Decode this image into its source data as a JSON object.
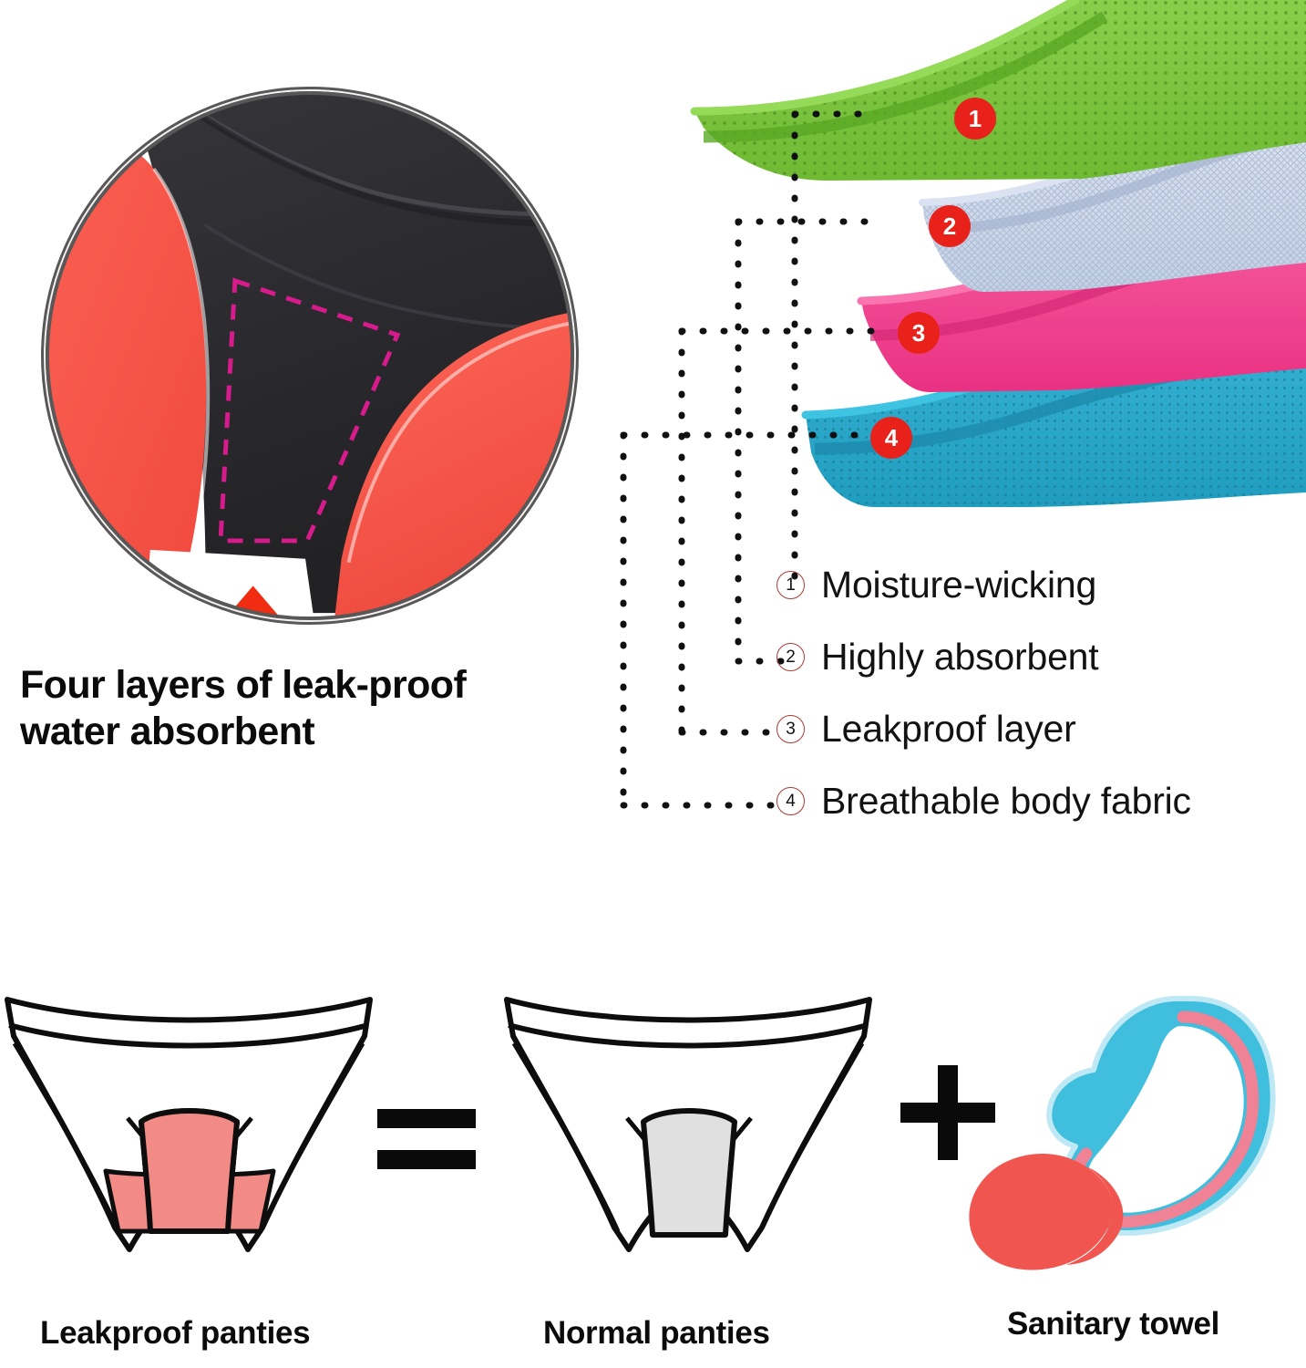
{
  "heading": {
    "line1": "Four layers of leak-proof",
    "line2": "water absorbent",
    "full": "Four layers of leak-proof water absorbent"
  },
  "photo": {
    "alt_name": "leakproof-panty-closeup",
    "body_color": "#2b2b2e",
    "side_panel_color": "#f9574a",
    "gusset_stitch_color": "#d81b8c",
    "arrow_color": "#f02c12",
    "border_color": "#585858"
  },
  "layers": {
    "items": [
      {
        "number": "1",
        "name": "moisture-wicking-layer",
        "color": "#7cc63e",
        "texture": "perforated"
      },
      {
        "number": "2",
        "name": "highly-absorbent-layer",
        "color": "#c9d5e8",
        "texture": "mesh"
      },
      {
        "number": "3",
        "name": "leakproof-layer",
        "color": "#f0418c",
        "texture": "smooth"
      },
      {
        "number": "4",
        "name": "breathable-body-fabric-layer",
        "color": "#2da8c8",
        "texture": "perforated"
      }
    ],
    "badge_color": "#e8221b",
    "badge_text_color": "#ffffff"
  },
  "legend": {
    "marker_border_color": "#a83b34",
    "items": [
      {
        "number": "1",
        "label": "Moisture-wicking"
      },
      {
        "number": "2",
        "label": "Highly absorbent"
      },
      {
        "number": "3",
        "label": "Leakproof layer"
      },
      {
        "number": "4",
        "label": "Breathable body fabric"
      }
    ]
  },
  "comparison": {
    "equals_symbol": "=",
    "plus_symbol": "+",
    "items": [
      {
        "caption": "Leakproof panties",
        "gusset_color": "#f28a85",
        "name": "leakproof-panties"
      },
      {
        "caption": "Normal panties",
        "gusset_color": "#e0e0e0",
        "name": "normal-panties"
      },
      {
        "caption": "Sanitary towel",
        "wing_color": "#f0564f",
        "pad_color": "#3fbedd",
        "trim_color": "#f08296",
        "name": "sanitary-towel"
      }
    ]
  }
}
